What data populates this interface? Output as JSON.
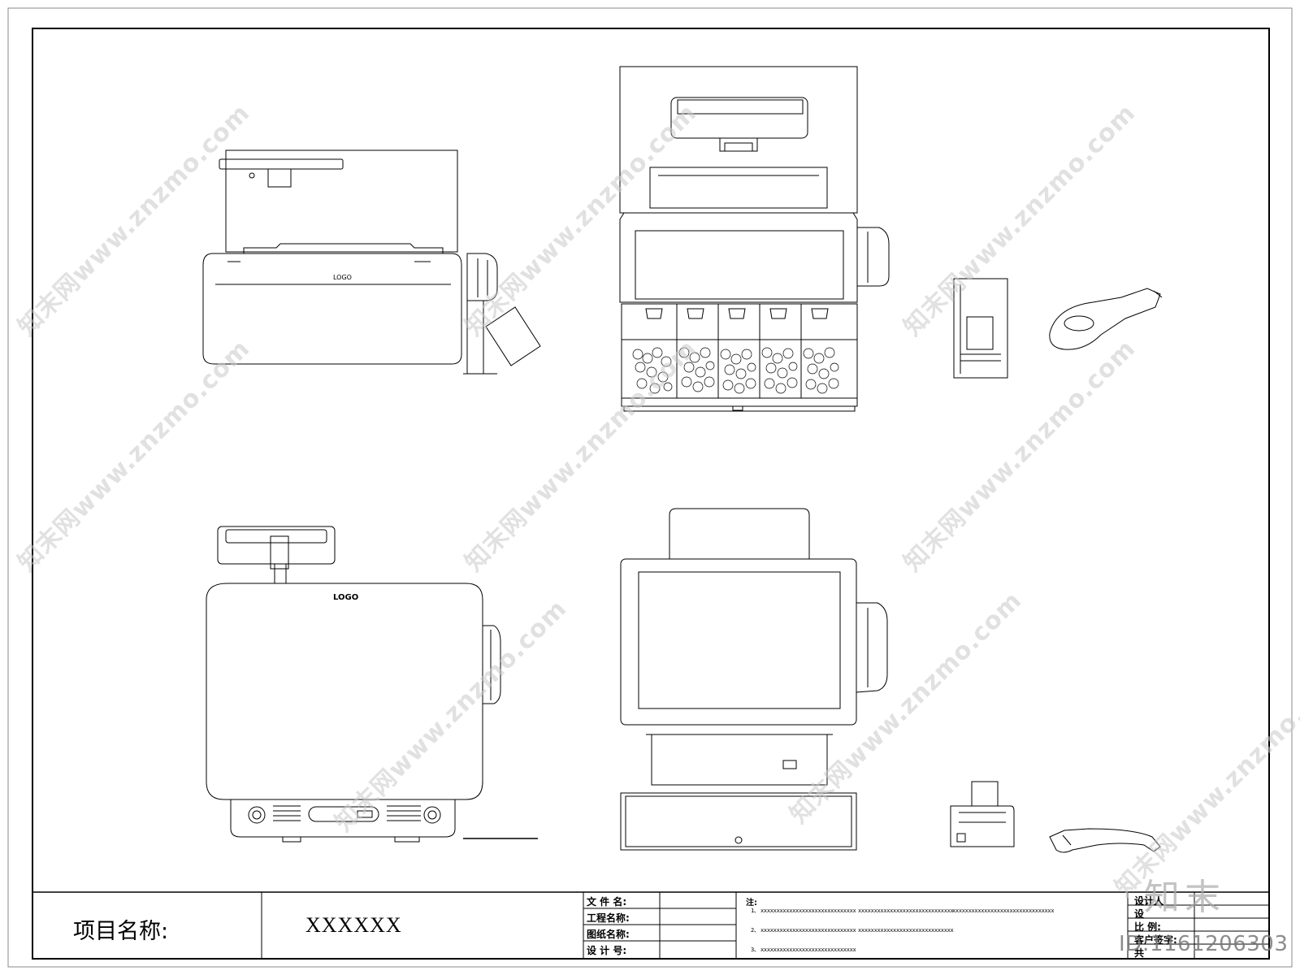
{
  "title_block": {
    "project_label": "项目名称:",
    "project_value": "XXXXXX",
    "fields": [
      {
        "label": "文 件 名:"
      },
      {
        "label": "工程名称:"
      },
      {
        "label": "图纸名称:"
      },
      {
        "label": "设 计 号:"
      }
    ],
    "notes_title": "注:",
    "notes": [
      {
        "prefix": "1、",
        "texts": [
          "xxxxxxxxxxxxxxxxxxxxxxxxxxxxxx",
          "xxxxxxxxxxxxxxxxxxxxxxxxxxxxxx",
          "xxxxxxxxxxxxxxxxxxxxxxxxxxxxxxxx"
        ]
      },
      {
        "prefix": "2、",
        "texts": [
          "xxxxxxxxxxxxxxxxxxxxxxxxxxxxxx",
          "xxxxxxxxxxxxxxxxxxxxxxxxxxxxxx"
        ]
      },
      {
        "prefix": "3、",
        "texts": [
          "xxxxxxxxxxxxxxxxxxxxxxxxxxxxxx"
        ]
      }
    ],
    "right_fields": [
      "设计人",
      "设",
      "比  例:",
      "客户签字:",
      "共"
    ]
  },
  "drawing_labels": {
    "logo_text": "LOGO"
  },
  "watermark": {
    "text": "知末网www.znzmo.com",
    "brand": "知末",
    "id_text": "ID:1161206303"
  }
}
